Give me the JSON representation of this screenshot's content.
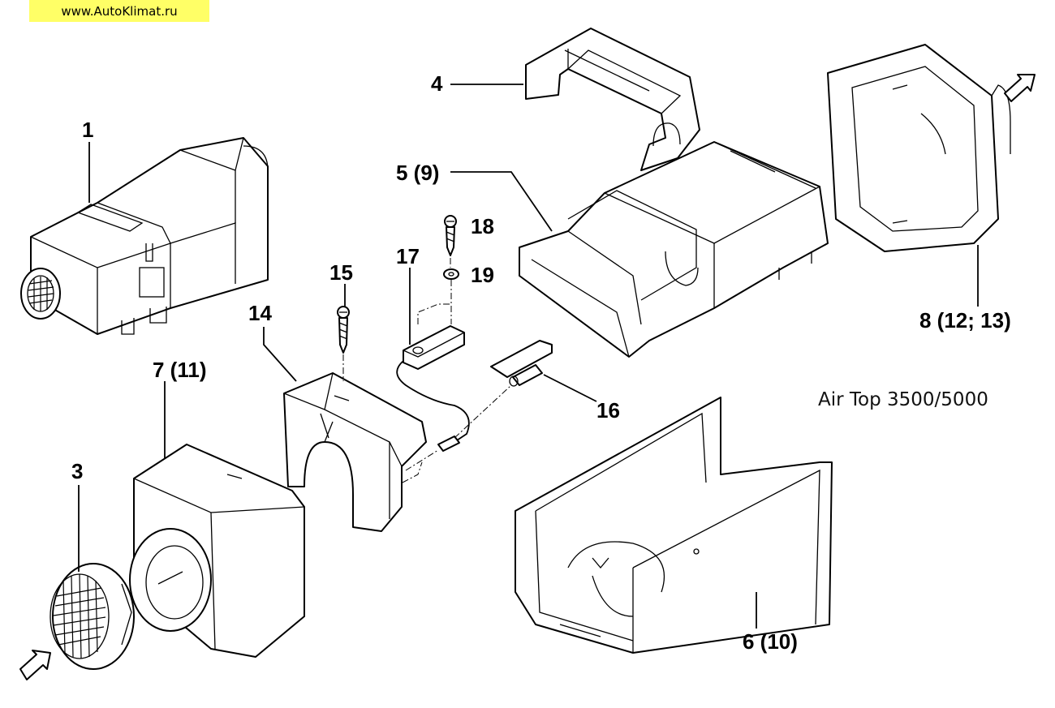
{
  "banner": {
    "text": "www.AutoKlimat.ru",
    "color": "#ffff66"
  },
  "model": "Air Top 3500/5000",
  "callouts": {
    "c1": "1",
    "c3": "3",
    "c4": "4",
    "c5": "5 (9)",
    "c6": "6 (10)",
    "c7": "7 (11)",
    "c8": "8 (12; 13)",
    "c14": "14",
    "c15": "15",
    "c16": "16",
    "c17": "17",
    "c18": "18",
    "c19": "19"
  }
}
